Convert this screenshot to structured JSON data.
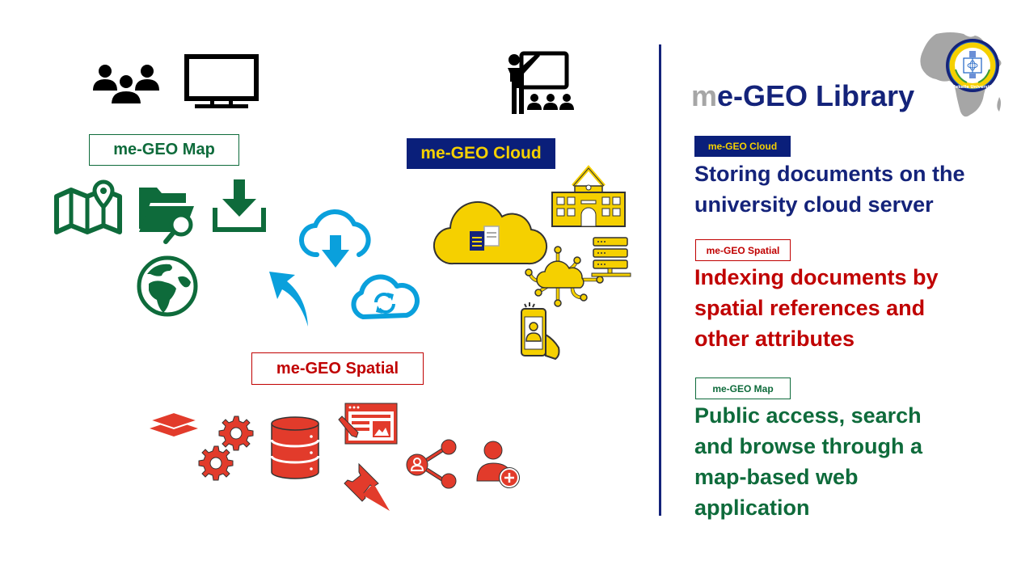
{
  "title": {
    "prefix": "m",
    "rest": "e-GEO Library"
  },
  "logo": {
    "name": "Mekelle University",
    "continent_icon": "africa-silhouette"
  },
  "colors": {
    "navy": "#14237a",
    "green": "#0e6b3b",
    "red": "#c00000",
    "yellow": "#f5d000",
    "sky_blue": "#0aa0dc",
    "icon_red": "#e23b2b",
    "grey": "#a6a6a6"
  },
  "diagram": {
    "labels": {
      "map": "me-GEO Map",
      "cloud": "me-GEO Cloud",
      "spatial": "me-GEO Spatial"
    },
    "icons": {
      "top_left": [
        "users-group-icon",
        "monitor-icon"
      ],
      "top_right": [
        "presenter-audience-icon"
      ],
      "map_group": [
        "map-pin-icon",
        "folder-search-icon",
        "download-icon",
        "globe-africa-icon"
      ],
      "center": [
        "cloud-download-icon",
        "cloud-sync-icon",
        "curved-arrow-icon"
      ],
      "cloud_group": [
        "cloud-documents-icon",
        "school-building-icon",
        "cloud-network-icon",
        "server-rack-icon",
        "phone-user-icon"
      ],
      "spatial_group": [
        "layers-icon",
        "gears-icon",
        "database-icon",
        "web-edit-icon",
        "pushpin-icon",
        "share-user-icon",
        "add-user-icon"
      ]
    }
  },
  "legend": [
    {
      "tag": "me-GEO Cloud",
      "description_lines": [
        "Storing documents on the",
        "university cloud server"
      ]
    },
    {
      "tag": "me-GEO Spatial",
      "description_lines": [
        "Indexing documents by",
        "spatial references and",
        "other attributes"
      ]
    },
    {
      "tag": "me-GEO Map",
      "description_lines": [
        "Public access, search",
        "and browse through a",
        "map-based web",
        "application"
      ]
    }
  ]
}
